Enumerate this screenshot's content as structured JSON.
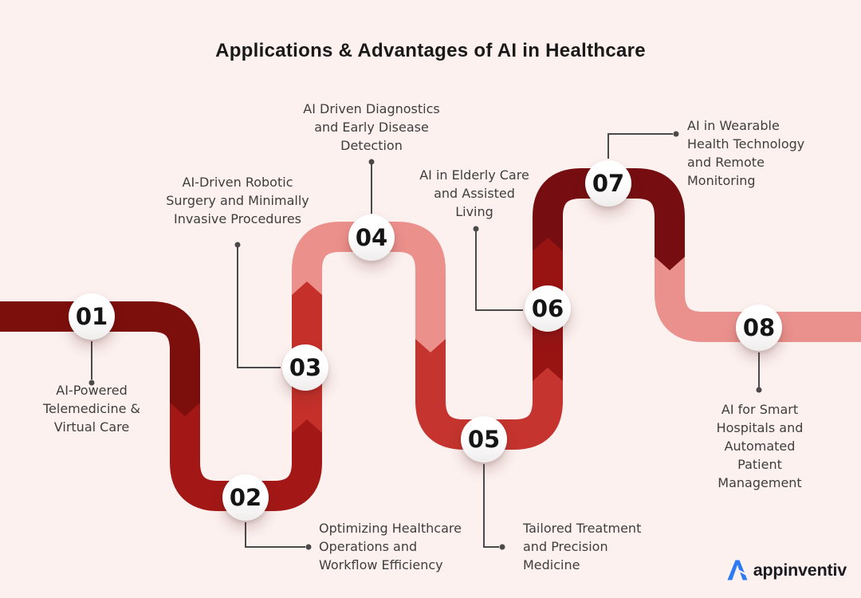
{
  "title": "Applications & Advantages of AI in Healthcare",
  "brand": {
    "name": "appinventiv"
  },
  "colors": {
    "background": "#FCF1EF",
    "title_text": "#191919",
    "label_text": "#3E3E3E",
    "circle_fill": "#FFFFFF",
    "circle_number": "#151515",
    "connector": "#4A4A4A",
    "logo_accent": "#2D7BF4",
    "logo_text": "#1B1B22"
  },
  "ribbon": {
    "segment_colors": [
      "#7C0E0C",
      "#A31816",
      "#C5302A",
      "#EC908C",
      "#C5342E",
      "#971413",
      "#760E11",
      "#EA918D"
    ]
  },
  "steps": [
    {
      "number": "01",
      "label": [
        "AI-Powered",
        "Telemedicine &",
        "Virtual Care"
      ]
    },
    {
      "number": "02",
      "label": [
        "Optimizing Healthcare",
        "Operations and",
        "Workflow Efficiency"
      ]
    },
    {
      "number": "03",
      "label": [
        "AI-Driven Robotic",
        "Surgery and Minimally",
        "Invasive Procedures"
      ]
    },
    {
      "number": "04",
      "label": [
        "AI Driven Diagnostics",
        "and Early Disease",
        "Detection"
      ]
    },
    {
      "number": "05",
      "label": [
        "Tailored Treatment",
        "and Precision",
        "Medicine"
      ]
    },
    {
      "number": "06",
      "label": [
        "AI in Elderly Care",
        "and Assisted",
        "Living"
      ]
    },
    {
      "number": "07",
      "label": [
        "AI in Wearable",
        "Health Technology",
        "and Remote",
        "Monitoring"
      ]
    },
    {
      "number": "08",
      "label": [
        "AI for Smart",
        "Hospitals and",
        "Automated Patient",
        "Management"
      ]
    }
  ]
}
